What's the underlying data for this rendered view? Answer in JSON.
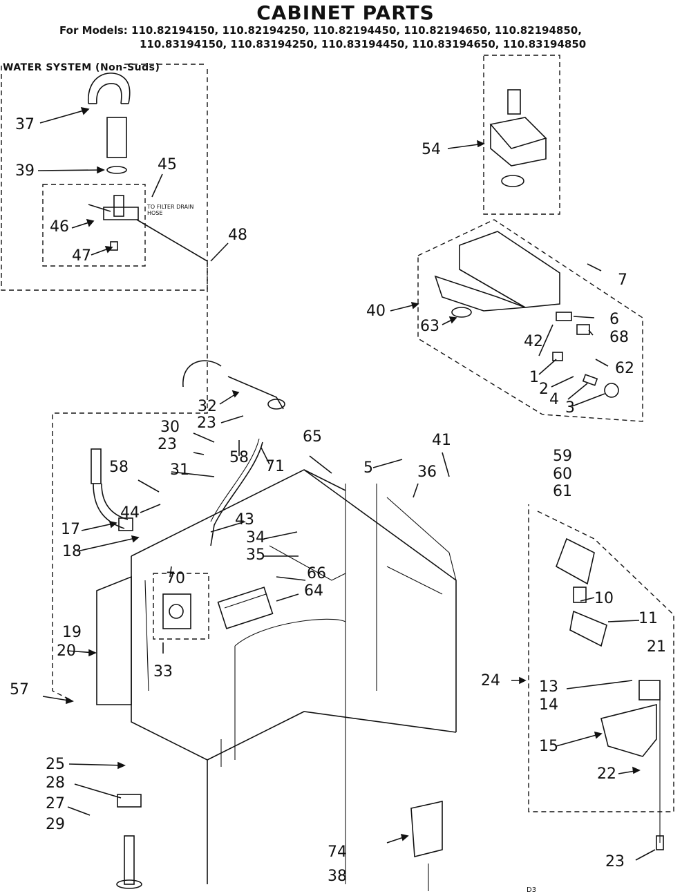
{
  "title": "CABINET PARTS",
  "models_prefix": "For Models:",
  "models_line1": "110.82194150, 110.82194250, 110.82194450, 110.82194650, 110.82194850,",
  "models_line2": "110.83194150, 110.83194250, 110.83194450, 110.83194650, 110.83194850",
  "section_label": "WATER SYSTEM (Non-Suds)",
  "filter_note": "TO FILTER DRAIN HOSE",
  "corner_mark": "D3",
  "callouts": {
    "c1": "1",
    "c2": "2",
    "c3": "3",
    "c4": "4",
    "c5": "5",
    "c6": "6",
    "c7": "7",
    "c10": "10",
    "c11": "11",
    "c13": "13",
    "c14": "14",
    "c15": "15",
    "c17": "17",
    "c18": "18",
    "c19": "19",
    "c20": "20",
    "c21": "21",
    "c22": "22",
    "c23a": "23",
    "c23b": "23",
    "c23c": "23",
    "c24": "24",
    "c25": "25",
    "c27": "27",
    "c28": "28",
    "c29": "29",
    "c30": "30",
    "c31": "31",
    "c32": "32",
    "c33": "33",
    "c34": "34",
    "c35": "35",
    "c36": "36",
    "c37": "37",
    "c38": "38",
    "c39": "39",
    "c40": "40",
    "c41": "41",
    "c42": "42",
    "c43": "43",
    "c44": "44",
    "c45": "45",
    "c46": "46",
    "c47": "47",
    "c48": "48",
    "c54": "54",
    "c57": "57",
    "c58a": "58",
    "c58b": "58",
    "c59": "59",
    "c60": "60",
    "c61": "61",
    "c62": "62",
    "c63": "63",
    "c64": "64",
    "c65": "65",
    "c66": "66",
    "c68": "68",
    "c70": "70",
    "c71": "71",
    "c74": "74"
  }
}
